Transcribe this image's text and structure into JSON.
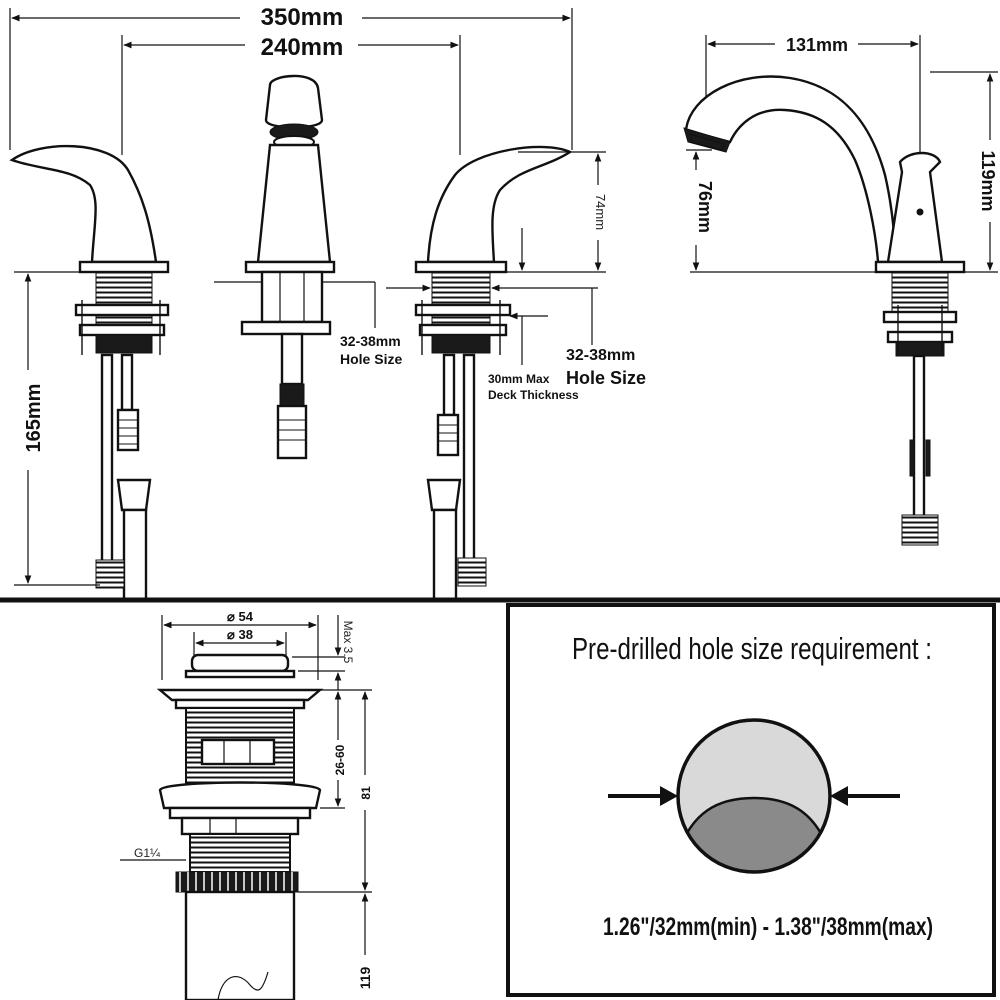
{
  "faucet_front": {
    "overall_width": "350mm",
    "spread": "240mm",
    "handle_height": "74mm",
    "under_deck_length": "165mm",
    "hole_size_center_line1": "32-38mm",
    "hole_size_center_line2": "Hole Size",
    "hole_size_right_line1": "32-38mm",
    "hole_size_right_line2": "Hole Size",
    "deck_thickness_line1": "30mm Max",
    "deck_thickness_line2": "Deck Thickness"
  },
  "faucet_side": {
    "spout_reach": "131mm",
    "spout_height": "76mm",
    "overall_height": "119mm"
  },
  "drain": {
    "outer_diameter": "⌀ 54",
    "inner_diameter": "⌀ 38",
    "cap_height": "Max 3.5",
    "thread_range": "26-60",
    "body_length": "81",
    "thread_spec": "G1¼",
    "tail_length": "119"
  },
  "hole_requirement": {
    "title": "Pre-drilled hole size requirement :",
    "range": "1.26\"/32mm(min) - 1.38\"/38mm(max)"
  },
  "colors": {
    "line": "#111111",
    "hole_light": "#d9d9d9",
    "hole_dark": "#8a8a8a"
  }
}
